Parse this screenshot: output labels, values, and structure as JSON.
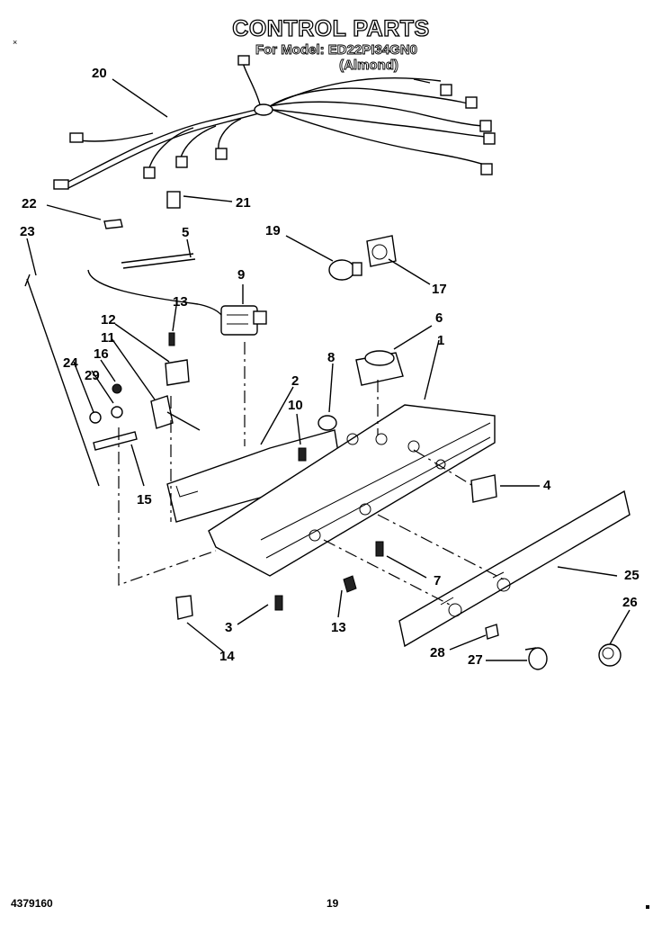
{
  "header": {
    "title": "CONTROL PARTS",
    "model_line": "For Model: ED22PI34GN0",
    "color_line": "(Almond)"
  },
  "footer": {
    "doc_number": "4379160",
    "page_number": "19"
  },
  "callouts": [
    "1",
    "2",
    "3",
    "4",
    "5",
    "6",
    "7",
    "8",
    "9",
    "10",
    "11",
    "12",
    "13",
    "13",
    "14",
    "15",
    "16",
    "17",
    "19",
    "20",
    "21",
    "22",
    "23",
    "24",
    "25",
    "26",
    "27",
    "28",
    "29"
  ]
}
